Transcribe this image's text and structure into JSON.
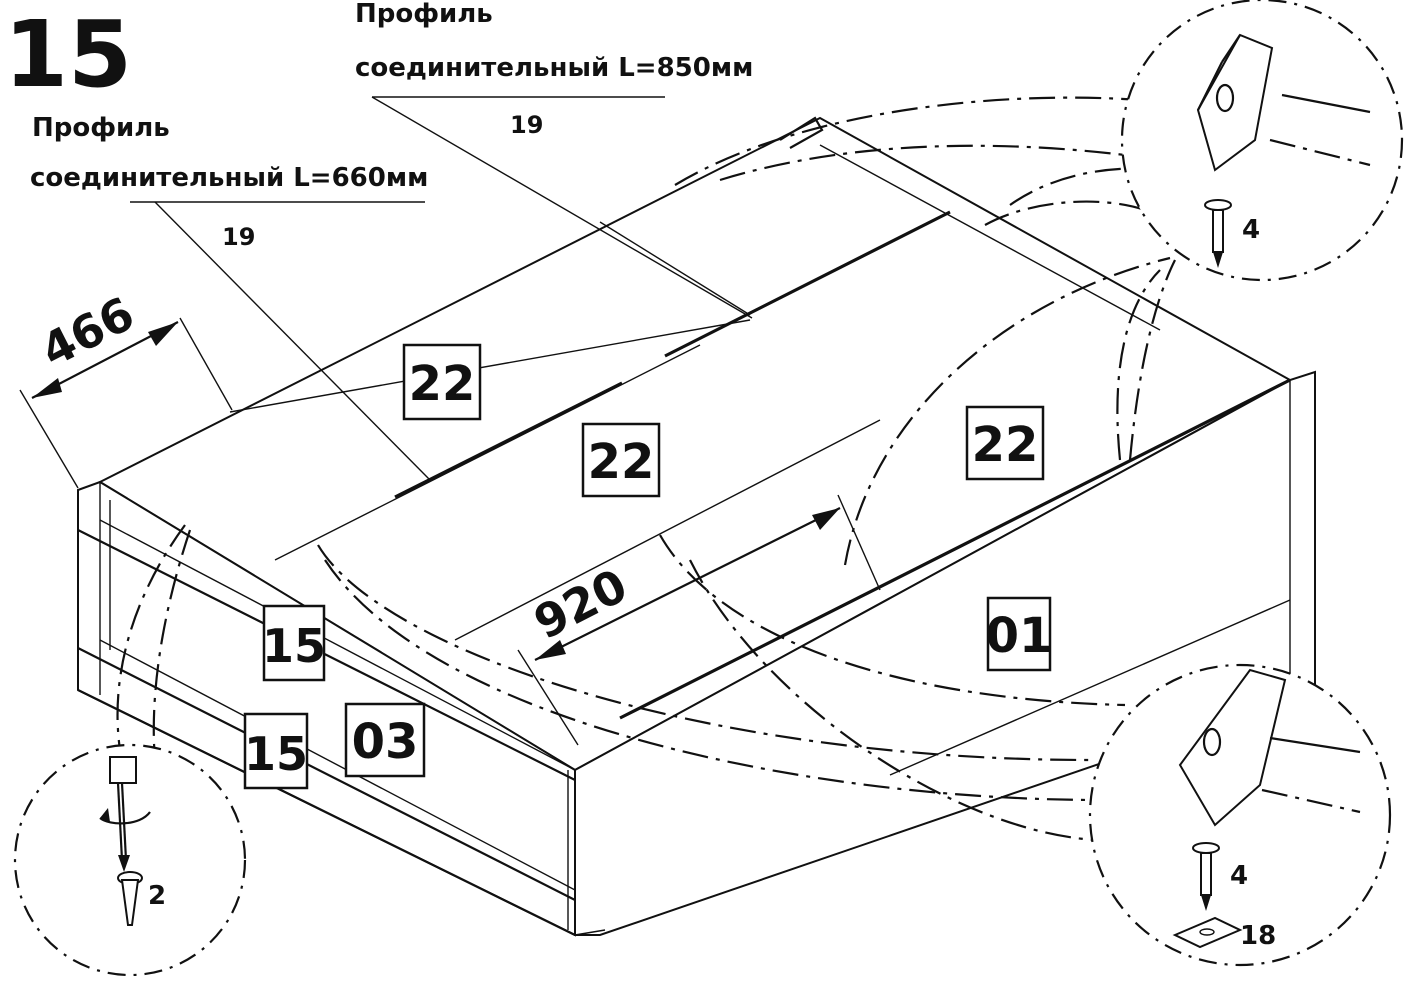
{
  "step_number": "15",
  "callouts": {
    "profile_850": {
      "line1": "Профиль",
      "line2": "соединительный L=850мм",
      "qty": "19"
    },
    "profile_660": {
      "line1": "Профиль",
      "line2": "соединительный L=660мм",
      "qty": "19"
    }
  },
  "dimensions": {
    "width": "466",
    "length": "920"
  },
  "part_labels": {
    "top_left": "22",
    "top_middle": "22",
    "top_right": "22",
    "front_upper": "15",
    "front_lower": "15",
    "front_panel": "03",
    "side_panel": "01"
  },
  "details": {
    "nail_top_qty": "4",
    "nail_bottom_qty": "4",
    "screw_qty": "2",
    "plate_qty": "18"
  }
}
